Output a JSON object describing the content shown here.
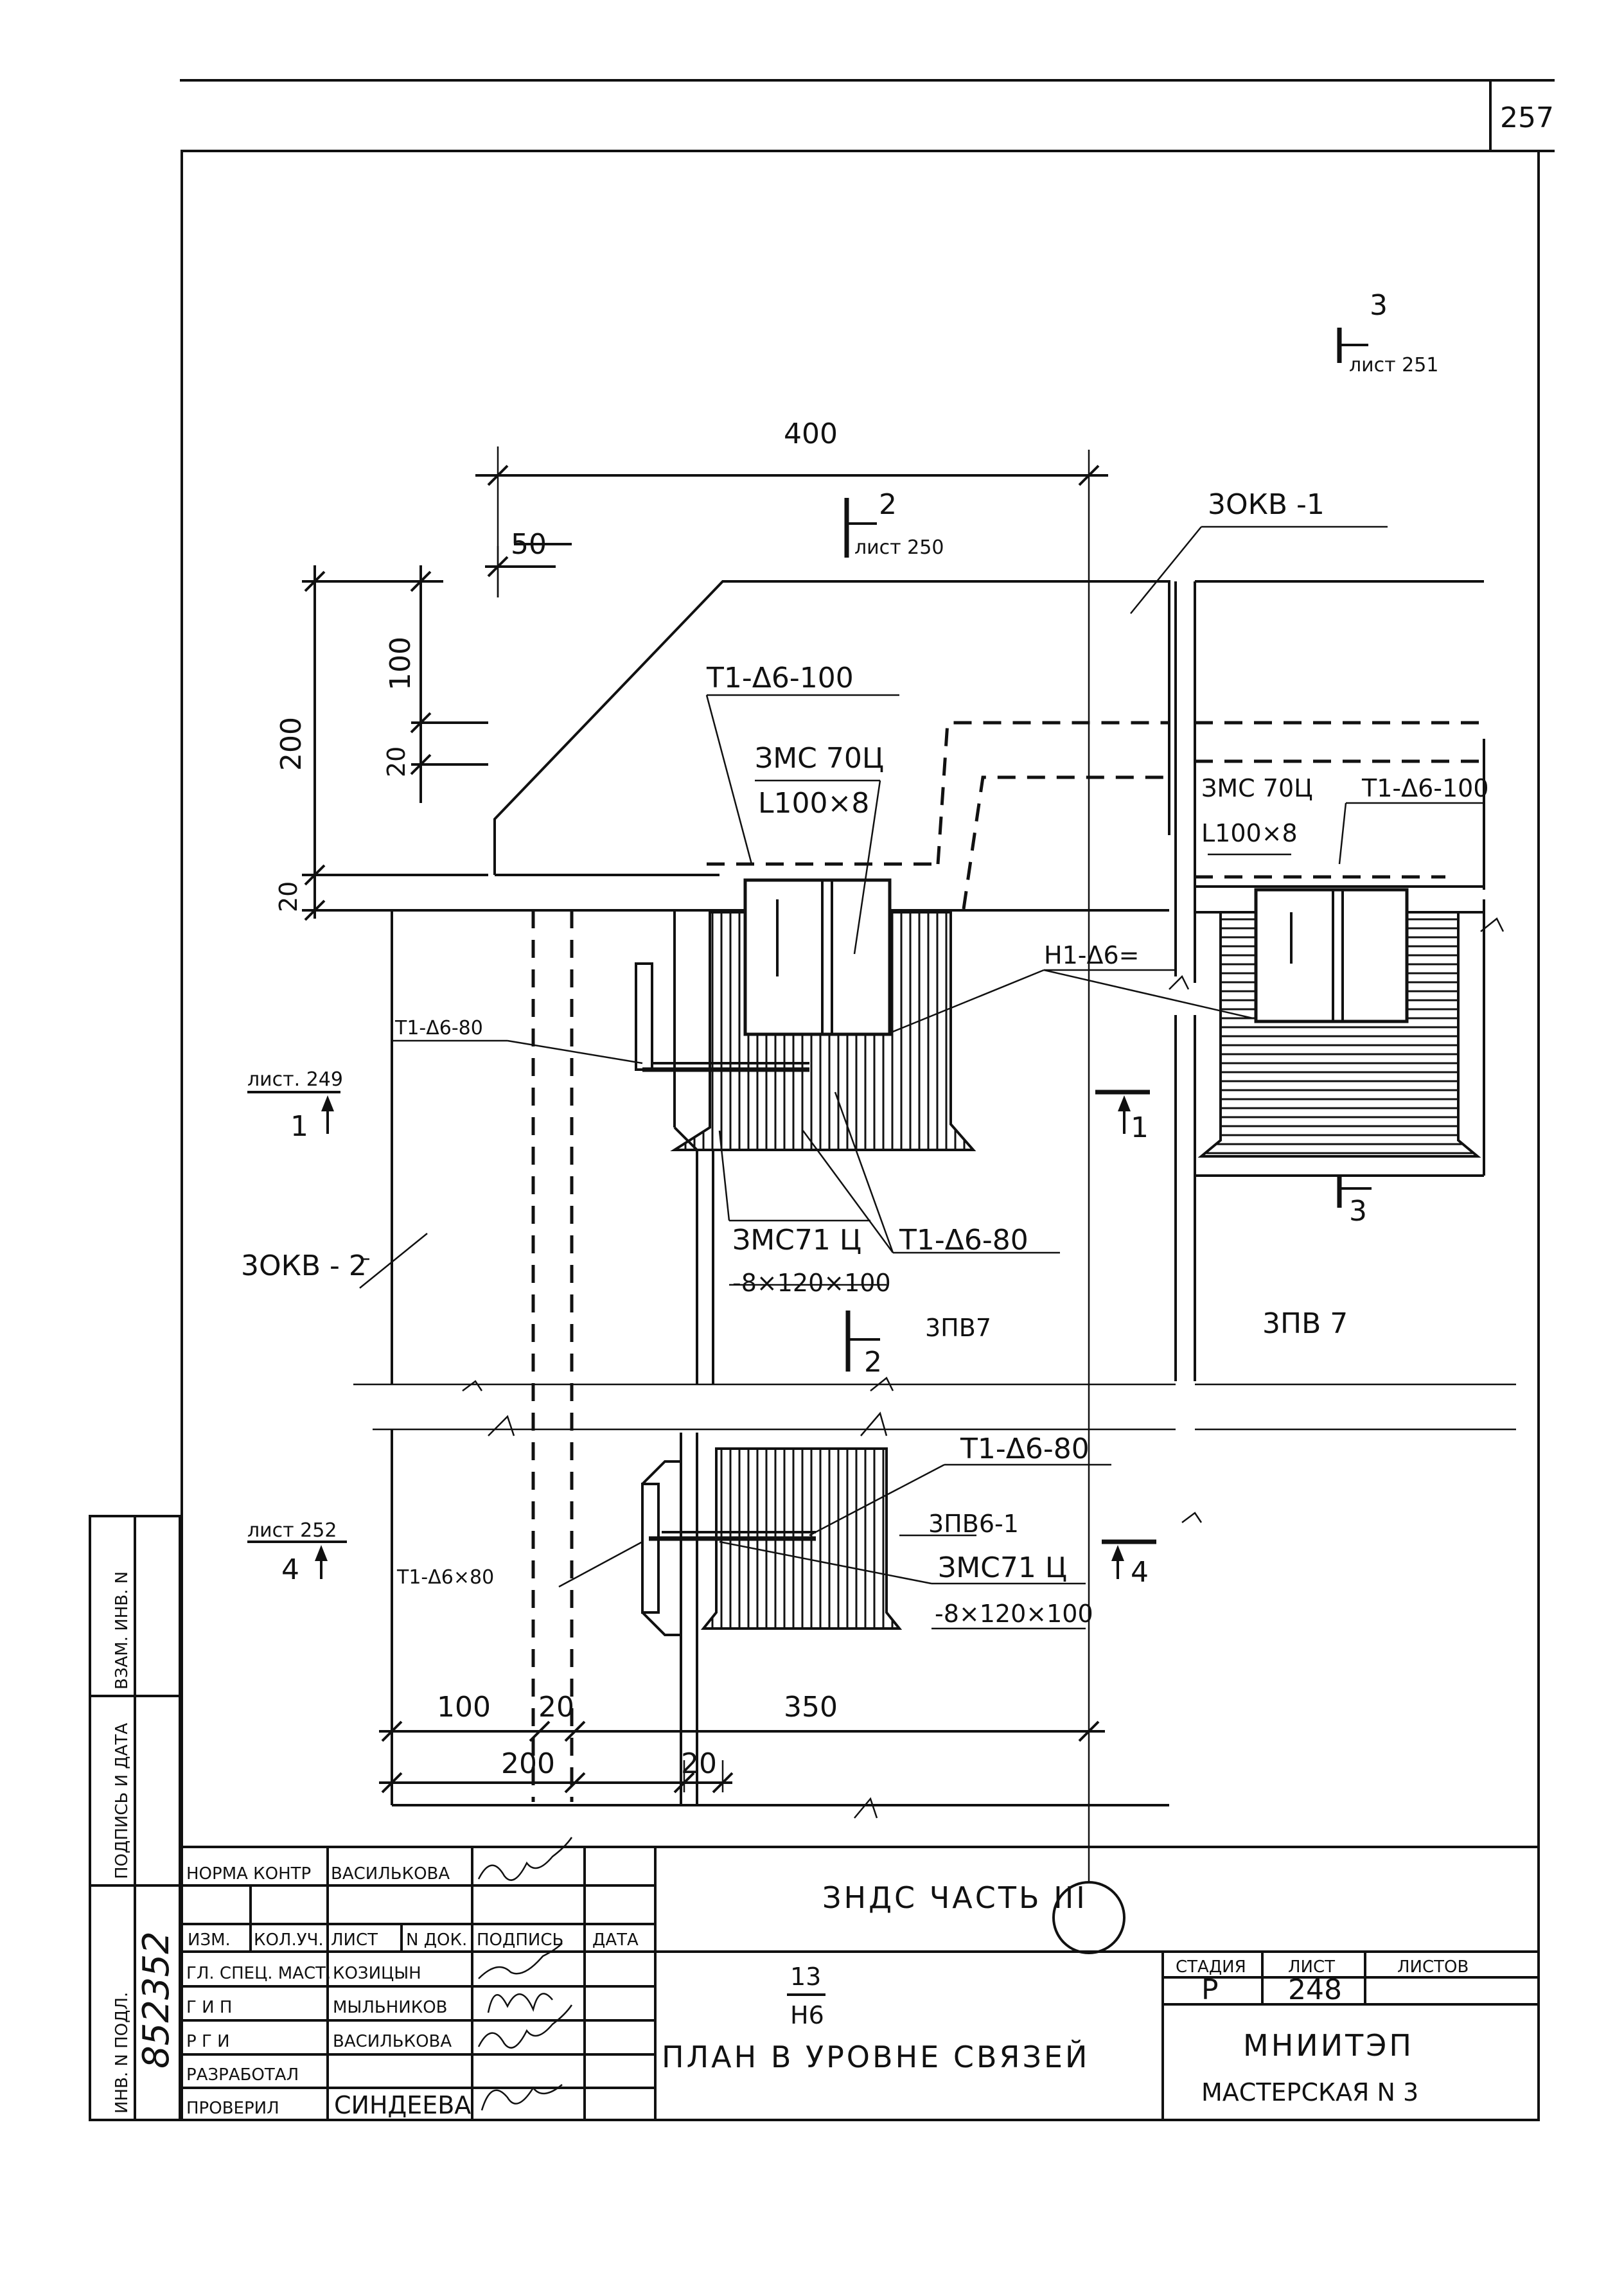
{
  "sheet_no_corner": "257",
  "section_refs": {
    "s3_top": {
      "num": "3",
      "ref": "лист 251"
    },
    "s2_top": {
      "num": "2",
      "ref": "лист 250"
    },
    "s1": {
      "ref": "лист. 249",
      "num": "1"
    },
    "s4": {
      "ref": "лист 252",
      "num": "4"
    },
    "s1_right": "1",
    "s4_right": "4",
    "s3_bottom": "3",
    "s2_mid": "2"
  },
  "dimensions": {
    "d400": "400",
    "d50": "50",
    "d100_v": "100",
    "d200_v": "200",
    "d20_v1": "20",
    "d20_v2": "20",
    "d100_h": "100",
    "d20_h1": "20",
    "d350": "350",
    "d200_h": "200",
    "d20_h2": "20"
  },
  "labels": {
    "zokv1": "3ОКВ -1",
    "zokv2": "3ОКВ - 2",
    "t1_top": "Т1-Δ6-100",
    "zmc70_left": "ЗМС 70Ц",
    "l100_left": "L100×8",
    "zmc70_right": "ЗМС 70Ц",
    "l100_right": "L100×8",
    "t1_right": "Т1-Δ6-100",
    "h1": "Н1-Δ6=",
    "t1_80_left": "Т1-Δ6-80",
    "zmc71_upper": "ЗМС71 Ц",
    "plate_upper": "-8×120×100",
    "t1_80_mid": "Т1-Δ6-80",
    "zpv7_mid": "3ПВ7",
    "zpv7_right": "3ПВ 7",
    "t1_80_low": "Т1-Δ6-80",
    "zpb61": "3ПВ6-1",
    "zmc71_lower": "ЗМС71 Ц",
    "plate_lower": "-8×120×100",
    "t1_80c": "Т1-Δ6×80"
  },
  "title_block": {
    "norm_control": "НОРМА КОНТР",
    "norm_name": "ВАСИЛЬКОВА",
    "col_izm": "ИЗМ.",
    "col_koluch": "КОЛ.УЧ.",
    "col_list": "ЛИСТ",
    "col_ndok": "N ДОК.",
    "col_podpis": "ПОДПИСЬ",
    "col_data": "ДАТА",
    "row1_role": "ГЛ. СПЕЦ. МАСТ.",
    "row1_name": "КОЗИЦЫН",
    "row2_role": "Г И П",
    "row2_name": "МЫЛЬНИКОВ",
    "row3_role": "Р Г И",
    "row3_name": "ВАСИЛЬКОВА",
    "row4_role": "РАЗРАБОТАЛ",
    "row4_name": "",
    "row5_role": "ПРОВЕРИЛ",
    "row5_name": "СИНДЕЕВА",
    "project": "ЗНДС     ЧАСТЬ III",
    "fraction_num": "13",
    "fraction_den": "Н6",
    "sheet_title": "ПЛАН  В  УРОВНЕ   СВЯЗЕЙ",
    "stage_label": "СТАДИЯ",
    "sheet_label": "ЛИСТ",
    "sheets_label": "ЛИСТОВ",
    "stage": "Р",
    "sheet": "248",
    "sheets": "",
    "org": "МНИИТЭП",
    "workshop": "МАСТЕРСКАЯ  N  3"
  },
  "side_stamp": {
    "inv_podl": "ИНВ. N  ПОДЛ.",
    "podpis_data": "ПОДПИСЬ  И  ДАТА",
    "vzam_inv": "ВЗАМ. ИНВ. N",
    "inv_number": "852352"
  }
}
